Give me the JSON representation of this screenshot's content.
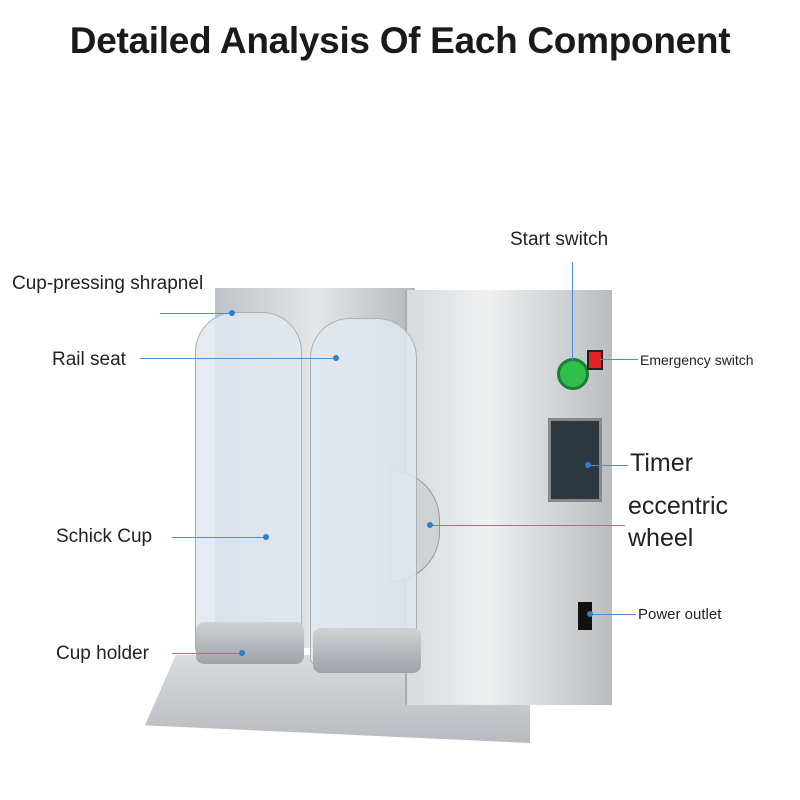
{
  "title": "Detailed Analysis Of Each Component",
  "labels": {
    "start_switch": "Start switch",
    "cup_pressing_shrapnel": "Cup-pressing shrapnel",
    "rail_seat": "Rail seat",
    "emergency_switch": "Emergency switch",
    "timer": "Timer",
    "eccentric_wheel_1": "eccentric",
    "eccentric_wheel_2": "wheel",
    "schick_cup": "Schick Cup",
    "cup_holder": "Cup holder",
    "power_outlet": "Power outlet"
  },
  "colors": {
    "leader_line": "#4a90d9",
    "start_button": "#2fbf4a",
    "emergency_switch": "#e0242a",
    "steel": "#c9cdd1"
  }
}
